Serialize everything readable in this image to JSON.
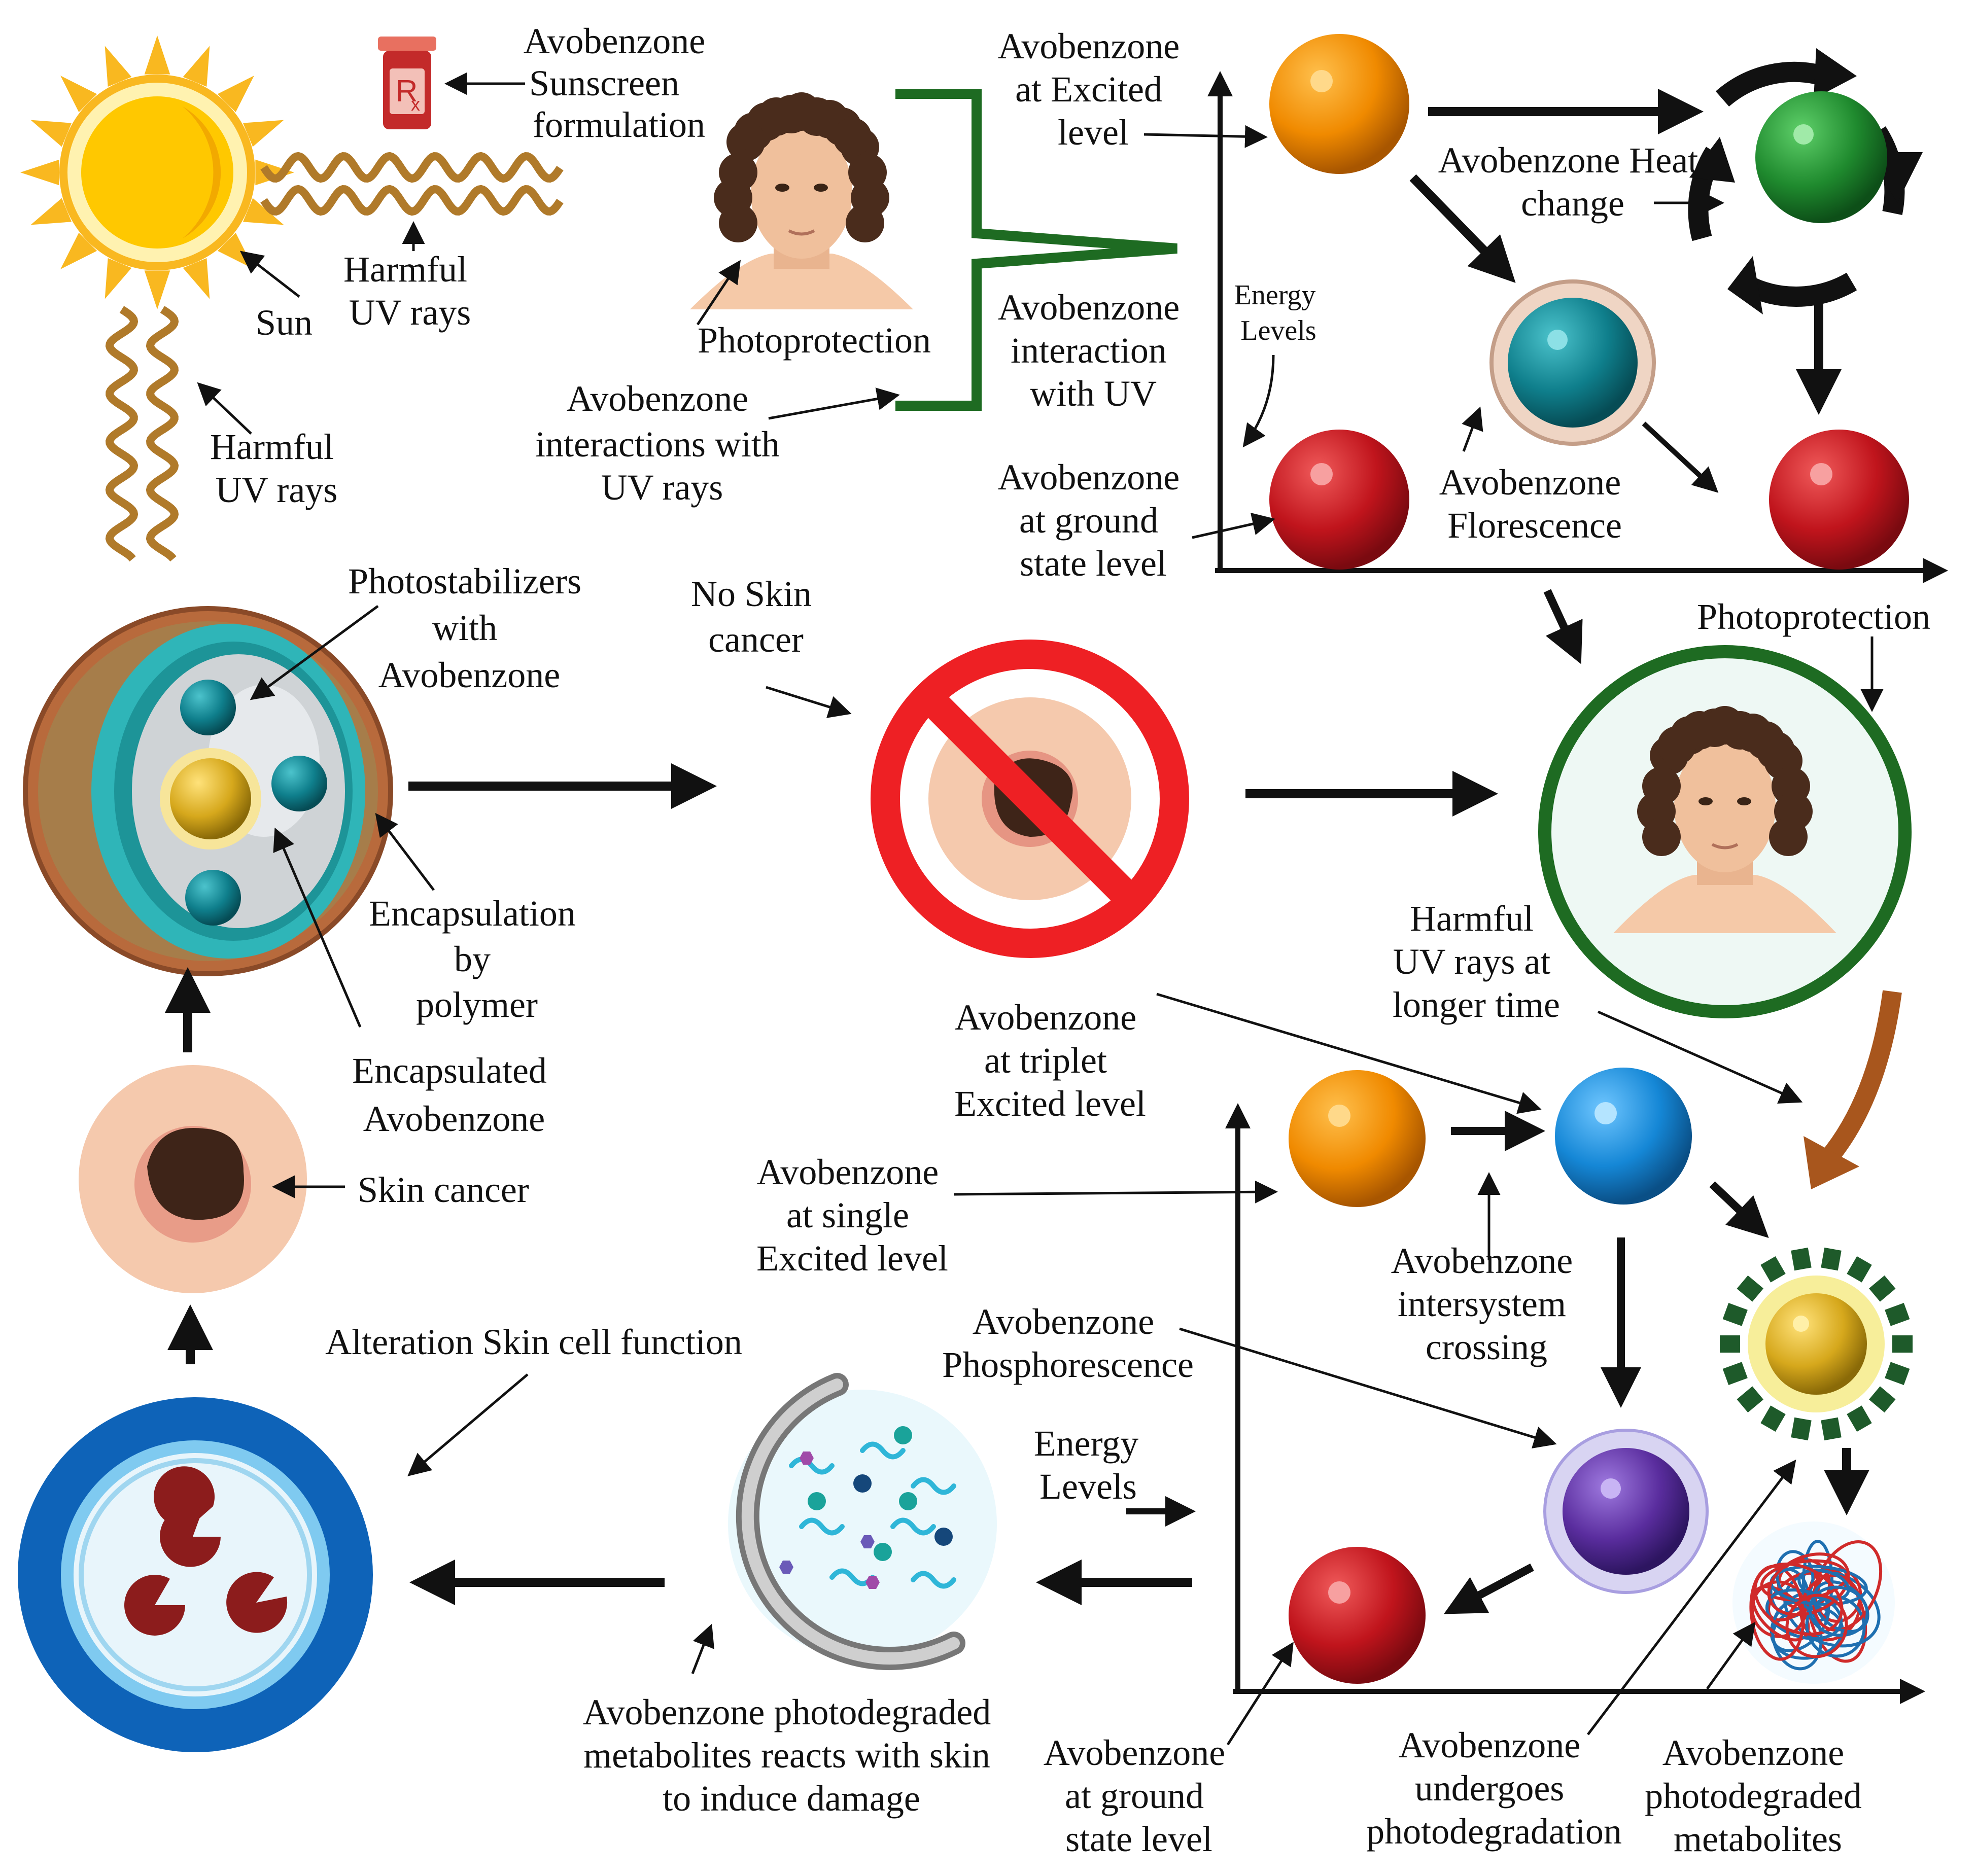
{
  "colors": {
    "sun_rays": "#f9b820",
    "sun_core": "#ffc800",
    "uv_wave": "#b07a2a",
    "green_frame": "#1e6b22",
    "ban_red": "#ee2024",
    "orange_ball": "#f08a00",
    "red_ball": "#c0141c",
    "green_ball": "#1f8a2e",
    "teal_ball": "#0f7f8c",
    "blue_ball": "#1587d6",
    "purple_ball": "#5a2d9e",
    "yellow_ball": "#d6a81c",
    "deep_blue": "#0e63b8",
    "arrow": "#111111"
  },
  "icons": {
    "sun": "sun-icon",
    "rx_bottle": "rx-bottle-icon",
    "face": "woman-face-icon",
    "ban": "no-symbol-icon",
    "recycle": "circular-arrows-icon",
    "polymer": "tangled-polymer-icon",
    "cell": "skin-cell-icon",
    "capsule": "capsule-icon",
    "lesion": "skin-lesion-icon"
  },
  "labels": {
    "sunscreen": [
      "Avobenzone",
      "Sunscreen",
      "formulation"
    ],
    "sun": [
      "Sun"
    ],
    "uv_top": [
      "Harmful",
      "UV rays"
    ],
    "uv_left": [
      "Harmful",
      "UV rays"
    ],
    "photoprotection_top": [
      "Photoprotection"
    ],
    "interactions_uv": [
      "Avobenzone",
      "interactions with",
      "UV rays"
    ],
    "excited": [
      "Avobenzone",
      "at Excited",
      "level"
    ],
    "interaction_uv": [
      "Avobenzone",
      "interaction",
      "with UV"
    ],
    "energy_levels_top": [
      "Energy",
      "Levels"
    ],
    "ground_top": [
      "Avobenzone",
      "at ground",
      "state level"
    ],
    "heat_change": [
      "Avobenzone Heat",
      "change"
    ],
    "florescence": [
      "Avobenzone",
      "Florescence"
    ],
    "photostabilizers": [
      "Photostabilizers",
      "with",
      "Avobenzone"
    ],
    "no_cancer": [
      "No Skin",
      "cancer"
    ],
    "photoprotection_right": [
      "Photoprotection"
    ],
    "encapsulation": [
      "Encapsulation",
      "by",
      "polymer"
    ],
    "encapsulated": [
      "Encapsulated",
      "Avobenzone"
    ],
    "skin_cancer": [
      "Skin cancer"
    ],
    "triplet": [
      "Avobenzone",
      "at triplet",
      "Excited level"
    ],
    "uv_longer": [
      "Harmful",
      "UV rays at",
      "longer time"
    ],
    "single": [
      "Avobenzone",
      "at single",
      "Excited level"
    ],
    "intersystem": [
      "Avobenzone",
      "intersystem",
      "crossing"
    ],
    "alteration": [
      "Alteration Skin cell function"
    ],
    "phosphorescence": [
      "Avobenzone",
      "Phosphorescence"
    ],
    "energy_levels_bottom": [
      "Energy",
      "Levels"
    ],
    "metabolites_damage": [
      "Avobenzone photodegraded",
      "metabolites reacts with skin",
      "to induce damage"
    ],
    "ground_bottom": [
      "Avobenzone",
      "at ground",
      "state level"
    ],
    "undergoes": [
      "Avobenzone",
      "undergoes",
      "photodegradation"
    ],
    "metabolites": [
      "Avobenzone",
      "photodegraded",
      "metabolites"
    ]
  }
}
